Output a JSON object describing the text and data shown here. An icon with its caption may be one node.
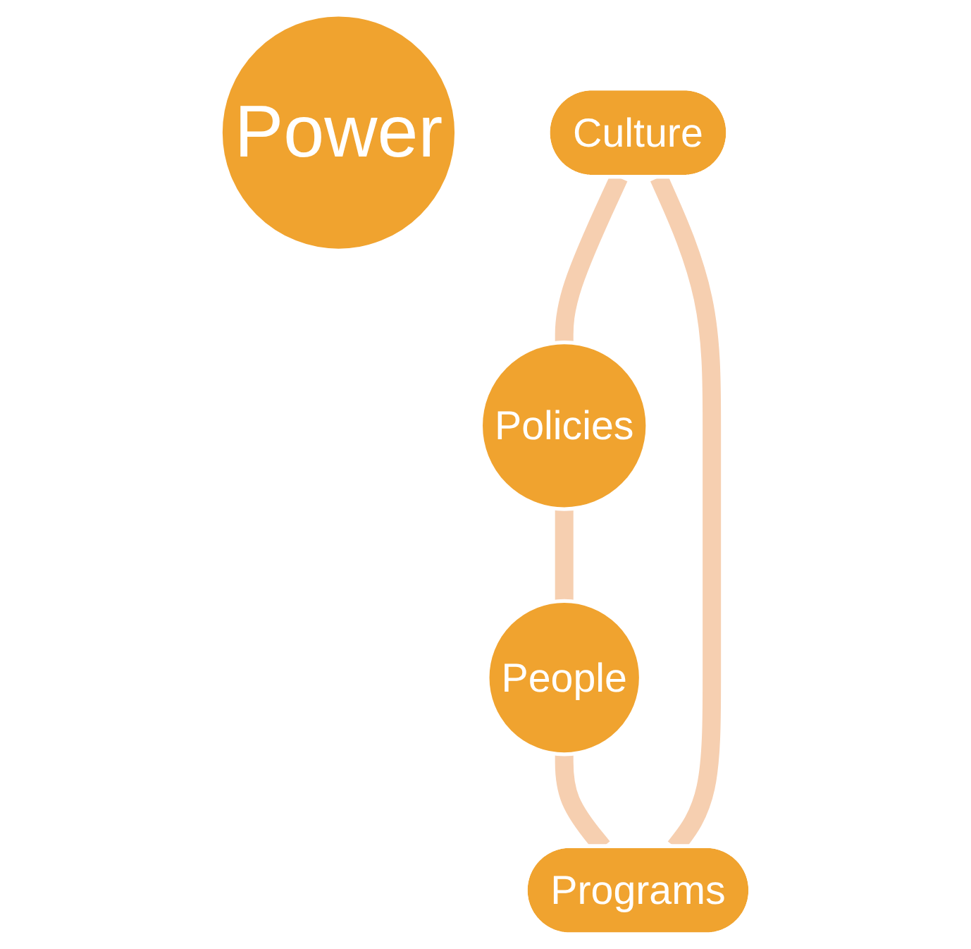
{
  "diagram": {
    "nodes": [
      {
        "text": [
          "Power"
        ]
      },
      {
        "text": [
          "Culture"
        ]
      },
      {
        "text": [
          "Policies"
        ]
      },
      {
        "text": [
          "People"
        ]
      },
      {
        "text": [
          "Programs"
        ]
      }
    ],
    "edges": [
      {
        "from": 1,
        "to": 2,
        "arrow": "none"
      },
      {
        "from": 2,
        "to": 3,
        "arrow": "none"
      },
      {
        "from": 3,
        "to": 4,
        "arrow": "none"
      },
      {
        "from": 4,
        "to": 1,
        "arrow": "none"
      }
    ]
  }
}
